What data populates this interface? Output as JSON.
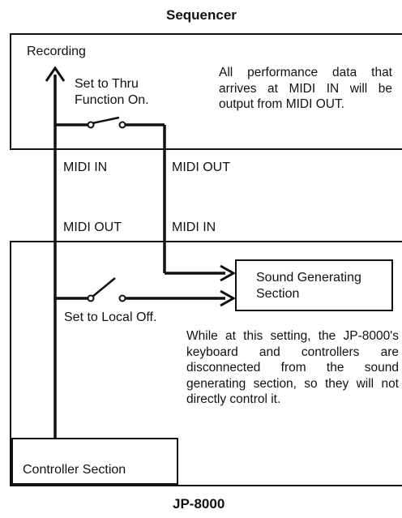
{
  "sequencer": {
    "title": "Sequencer",
    "recording_label": "Recording",
    "thru_label_line1": "Set to Thru",
    "thru_label_line2": "Function On.",
    "thru_note": "All performance data that arrives at MIDI IN will be output from MIDI OUT."
  },
  "ports": {
    "seq_midi_in": "MIDI IN",
    "seq_midi_out": "MIDI OUT",
    "jp_midi_out": "MIDI OUT",
    "jp_midi_in": "MIDI IN"
  },
  "jp8000": {
    "title": "JP-8000",
    "sound_generating_line1": "Sound Generating",
    "sound_generating_line2": "Section",
    "local_off_label": "Set to Local Off.",
    "local_off_note": "While at this setting, the JP-8000's keyboard and controllers are disconnected from the sound generating section, so they will not directly control it.",
    "controller_section": "Controller Section"
  }
}
